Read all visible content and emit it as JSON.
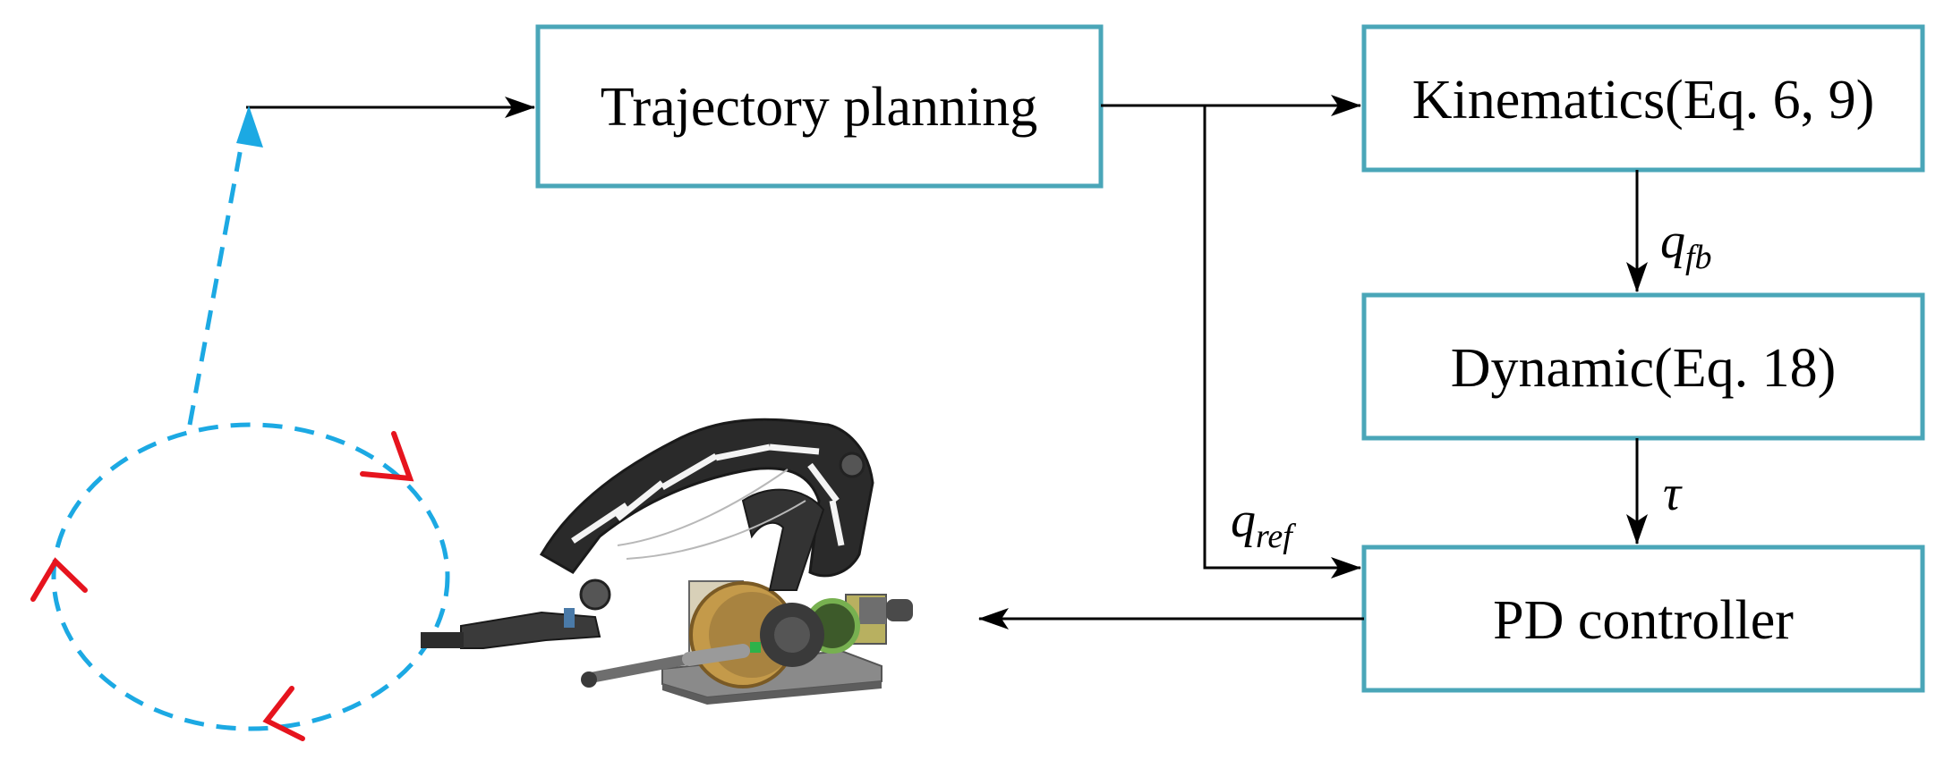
{
  "blocks": {
    "trajectory": "Trajectory planning",
    "kinematics": "Kinematics(Eq. 6, 9)",
    "dynamic": "Dynamic(Eq. 18)",
    "controller": "PD controller"
  },
  "signals": {
    "q_fb": {
      "base": "q",
      "sub": "fb"
    },
    "tau": "τ",
    "q_ref": {
      "base": "q",
      "sub": "ref"
    }
  },
  "colors": {
    "box_border": "#4aa6b8",
    "arrow": "#000000",
    "path_dashed": "#1ca9e3",
    "direction_marks": "#e6141e"
  },
  "icons": {
    "robot": "robotic-arm-illustration"
  }
}
